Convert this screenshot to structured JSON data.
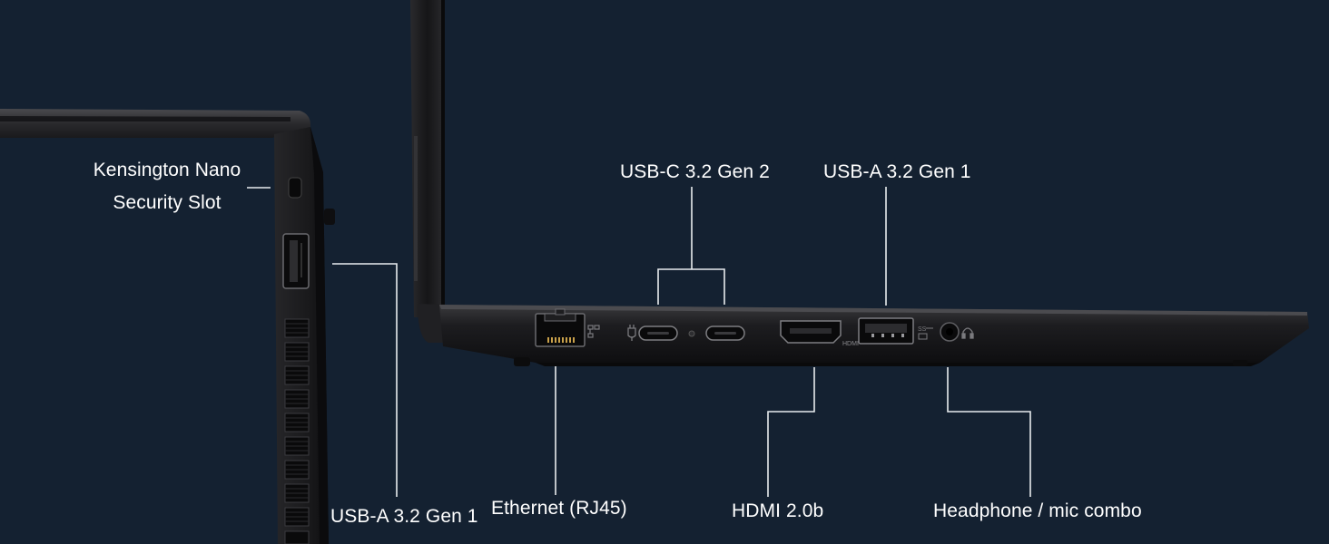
{
  "labels": {
    "kensington_line1": "Kensington Nano",
    "kensington_line2": "Security Slot",
    "usb_a_left": "USB-A 3.2 Gen 1",
    "usb_c": "USB-C 3.2 Gen 2",
    "usb_a_right": "USB-A 3.2 Gen 1",
    "ethernet": "Ethernet (RJ45)",
    "hdmi": "HDMI 2.0b",
    "headphone": "Headphone / mic combo"
  },
  "colors": {
    "background": "#142131",
    "chassis": "#1b1b1d",
    "chassis_edge": "#3a3a3d",
    "callout_line": "#e8ecef",
    "label_text": "#ffffff"
  },
  "icons": {
    "usb_c_power": "power-plug-icon",
    "ethernet": "network-icon",
    "usb_a": "superspeed-usb-icon",
    "headphone": "headphone-icon"
  }
}
